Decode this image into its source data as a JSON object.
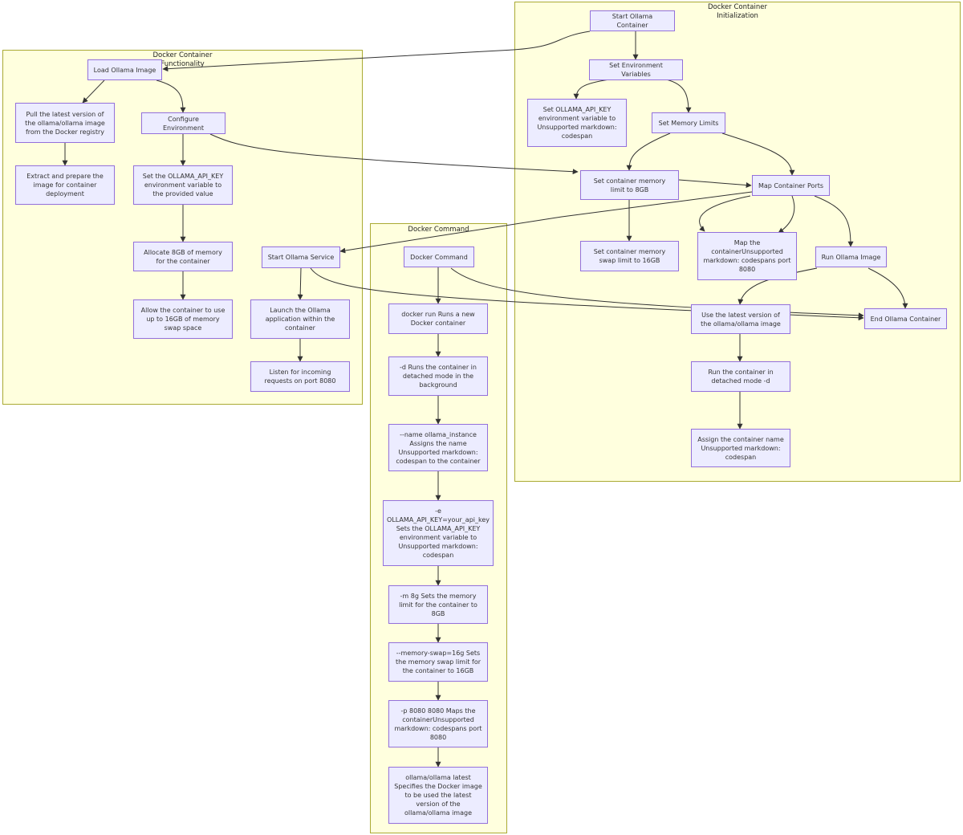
{
  "clusters": {
    "init": {
      "title": "Docker Container\nInitialization"
    },
    "func": {
      "title": "Docker Container\nFunctionality"
    },
    "cmd": {
      "title": "Docker Command"
    }
  },
  "nodes": {
    "start": "Start Ollama Container",
    "setenv": "Set Environment Variables",
    "setkey_md": "Set OLLAMA_API_KEY\nenvironment variable to\nUnsupported markdown:\ncodespan",
    "memlimits": "Set Memory Limits",
    "memlimit8": "Set container memory\nlimit to 8GB",
    "mapports": "Map Container Ports",
    "swap16": "Set container memory\nswap limit to 16GB",
    "mapcontainer": "Map the\ncontainerUnsupported\nmarkdown: codespans port\n8080",
    "runimage": "Run Ollama Image",
    "uselatest": "Use the latest version of\nthe ollama/ollama image",
    "endc": "End Ollama Container",
    "detached": "Run the container in\ndetached mode  -d",
    "assignname": "Assign the container name\nUnsupported markdown:\ncodespan",
    "loadimage": "Load Ollama Image",
    "pull": "Pull the latest version of\nthe ollama/ollama image\nfrom the Docker registry",
    "configenv": "Configure Environment",
    "extract": "Extract and prepare the\nimage for container\ndeployment",
    "setkey": "Set the OLLAMA_API_KEY\nenvironment variable to\nthe provided value",
    "allocate": "Allocate 8GB of memory\nfor the container",
    "allowswap": "Allow the container to use\nup to 16GB of memory\nswap space",
    "startservice": "Start Ollama Service",
    "launch": "Launch the Ollama\napplication within the\ncontainer",
    "listen": "Listen for incoming\nrequests on port 8080",
    "dockercmd": "Docker Command",
    "dockerrun": "docker run  Runs a new\nDocker container",
    "flagd": "-d  Runs the container in\ndetached mode  in the\nbackground",
    "flagname": "--name ollama_instance\nAssigns the name\nUnsupported markdown:\ncodespan to the container",
    "flage": "-e\nOLLAMA_API_KEY=your_api_key\nSets the OLLAMA_API_KEY\nenvironment variable to\nUnsupported markdown:\ncodespan",
    "flagm": "-m 8g  Sets the memory\nlimit for the container to\n8GB",
    "flagswap": "--memory-swap=16g  Sets\nthe memory swap limit for\nthe container to 16GB",
    "flagp": "-p 8080 8080  Maps the\ncontainerUnsupported\nmarkdown: codespans port\n8080",
    "flagimage": "ollama/ollama latest\nSpecifies the Docker image\nto be used  the latest\nversion of the\nollama/ollama image"
  },
  "colors": {
    "cluster_fill": "#ffffde",
    "cluster_border": "#aaaa33",
    "node_fill": "#ececff",
    "node_border": "#9370db",
    "edge": "#333333"
  }
}
